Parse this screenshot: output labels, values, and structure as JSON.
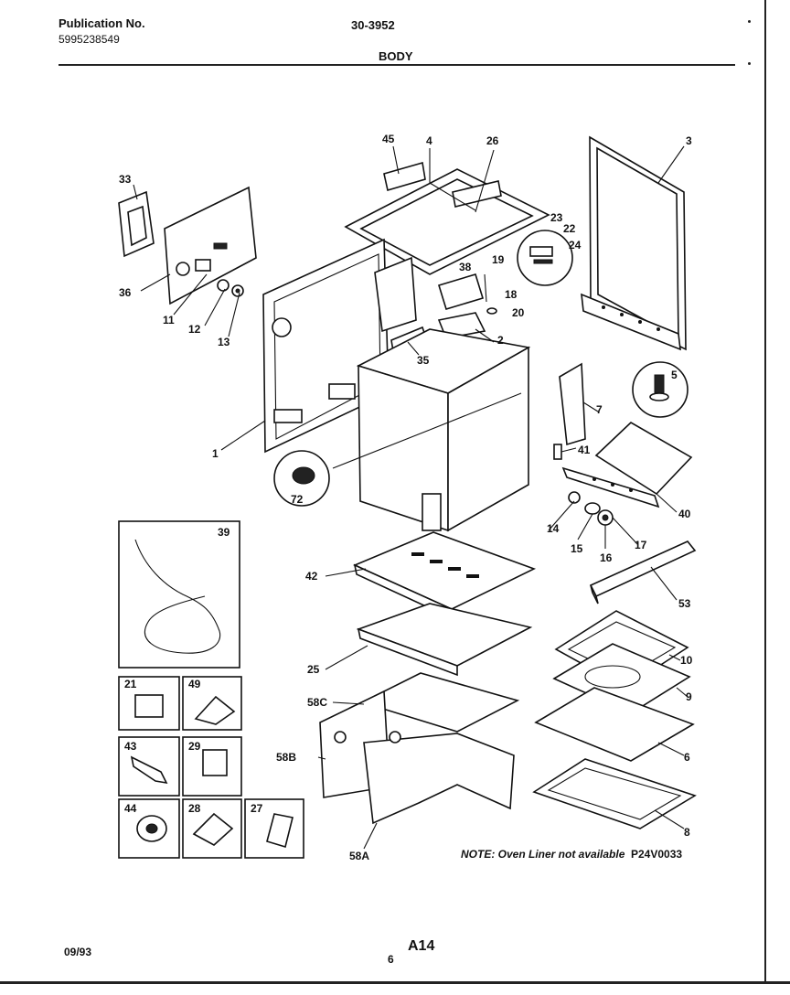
{
  "header": {
    "publication_label": "Publication No.",
    "publication_number": "5995238549",
    "model": "30-3952",
    "section": "BODY"
  },
  "callouts": [
    "45",
    "4",
    "26",
    "3",
    "33",
    "23",
    "22",
    "24",
    "19",
    "38",
    "18",
    "20",
    "36",
    "11",
    "12",
    "13",
    "2",
    "35",
    "5",
    "7",
    "1",
    "41",
    "40",
    "72",
    "14",
    "15",
    "16",
    "17",
    "53",
    "42",
    "39",
    "10",
    "25",
    "9",
    "58C",
    "6",
    "58B",
    "58A",
    "8",
    "21",
    "49",
    "43",
    "29",
    "44",
    "28",
    "27"
  ],
  "notes": {
    "oven_liner": "NOTE: Oven Liner not available",
    "diagram_code": "P24V0033"
  },
  "footer": {
    "date": "09/93",
    "page": "6",
    "code": "A14"
  }
}
